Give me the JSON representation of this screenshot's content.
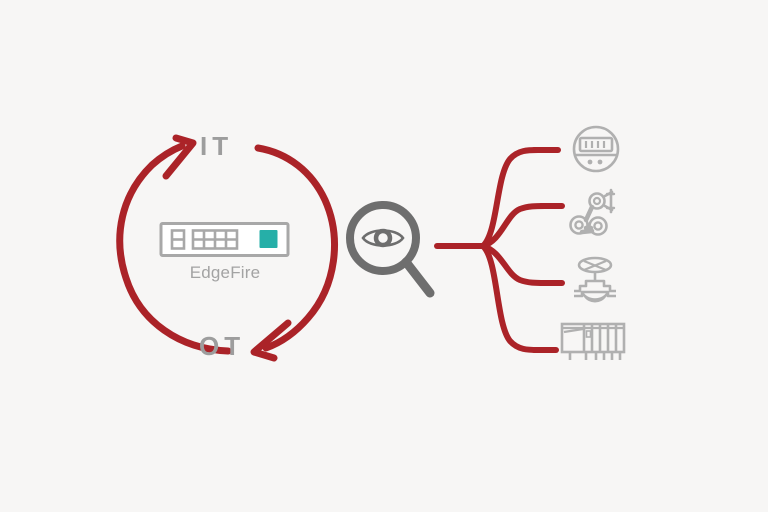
{
  "page": {
    "title": "IT OT convergence visibility diagram",
    "background_color": "#f7f6f5"
  },
  "colors": {
    "accent_red": "#ab2328",
    "icon_gray": "#b0b0b0",
    "label_gray": "#9d9d9d",
    "device_gray": "#a8a8a8",
    "teal": "#26afa8",
    "magnifier_gray": "#6e6e6e"
  },
  "cycle": {
    "top_label": "IT",
    "bottom_label": "OT",
    "arrow_up_name": "ot-to-it-arrow",
    "arrow_down_name": "it-to-ot-arrow"
  },
  "device": {
    "name": "EdgeFire",
    "icon": "firewall-appliance-icon",
    "status_led_color": "#26afa8"
  },
  "inspector": {
    "icon": "magnifier-eye-icon",
    "label": ""
  },
  "assets": [
    {
      "icon": "electric-meter-icon",
      "label": ""
    },
    {
      "icon": "robotic-arm-icon",
      "label": ""
    },
    {
      "icon": "industrial-valve-icon",
      "label": ""
    },
    {
      "icon": "plc-rack-icon",
      "label": ""
    }
  ],
  "connectors": {
    "count": 4,
    "color": "#ab2328",
    "style": "branching-tree"
  }
}
